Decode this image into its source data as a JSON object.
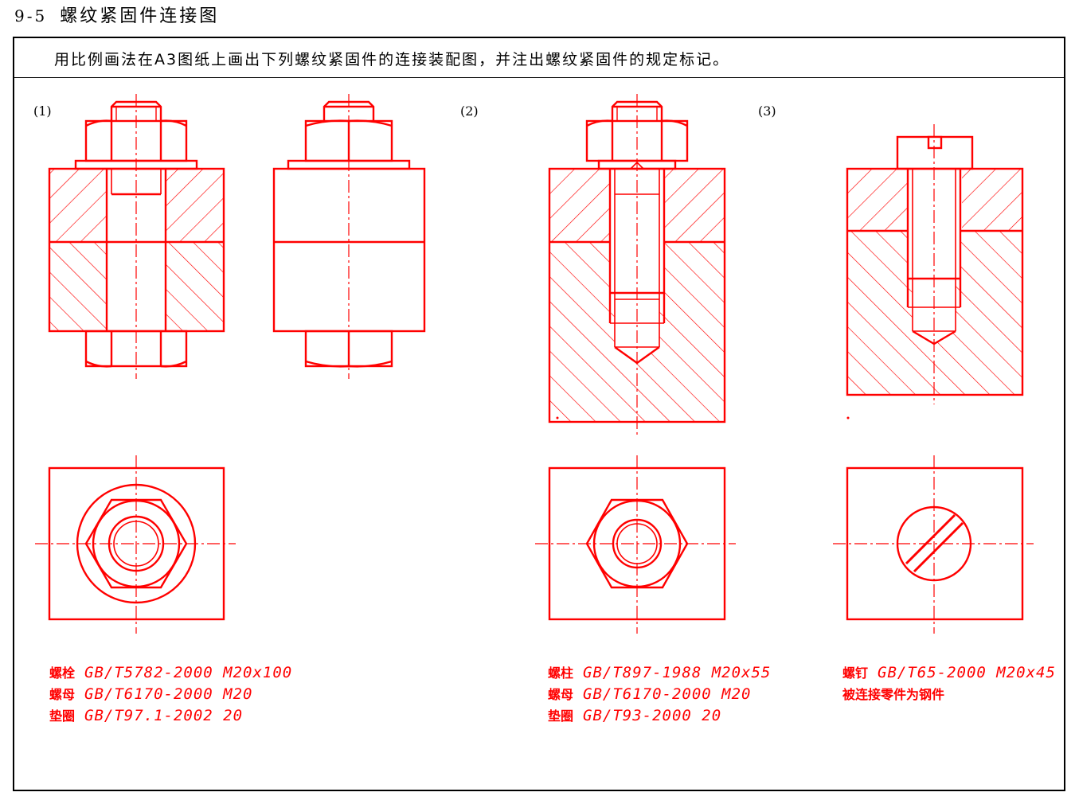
{
  "header": {
    "number": "9-5",
    "title": "螺纹紧固件连接图"
  },
  "instruction": "用比例画法在A3图纸上画出下列螺纹紧固件的连接装配图，并注出螺纹紧固件的规定标记。",
  "problems": [
    {
      "label": "(1)",
      "specs": [
        {
          "name": "螺栓",
          "value": "GB/T5782-2000 M20x100"
        },
        {
          "name": "螺母",
          "value": "GB/T6170-2000 M20"
        },
        {
          "name": "垫圈",
          "value": "GB/T97.1-2002 20"
        }
      ]
    },
    {
      "label": "(2)",
      "specs": [
        {
          "name": "螺柱",
          "value": "GB/T897-1988 M20x55"
        },
        {
          "name": "螺母",
          "value": "GB/T6170-2000 M20"
        },
        {
          "name": "垫圈",
          "value": "GB/T93-2000 20"
        }
      ]
    },
    {
      "label": "(3)",
      "specs": [
        {
          "name": "螺钉",
          "value": "GB/T65-2000 M20x45"
        }
      ],
      "note": "被连接零件为钢件"
    }
  ],
  "colors": {
    "drawing": "#ff0000",
    "frame": "#000000"
  }
}
